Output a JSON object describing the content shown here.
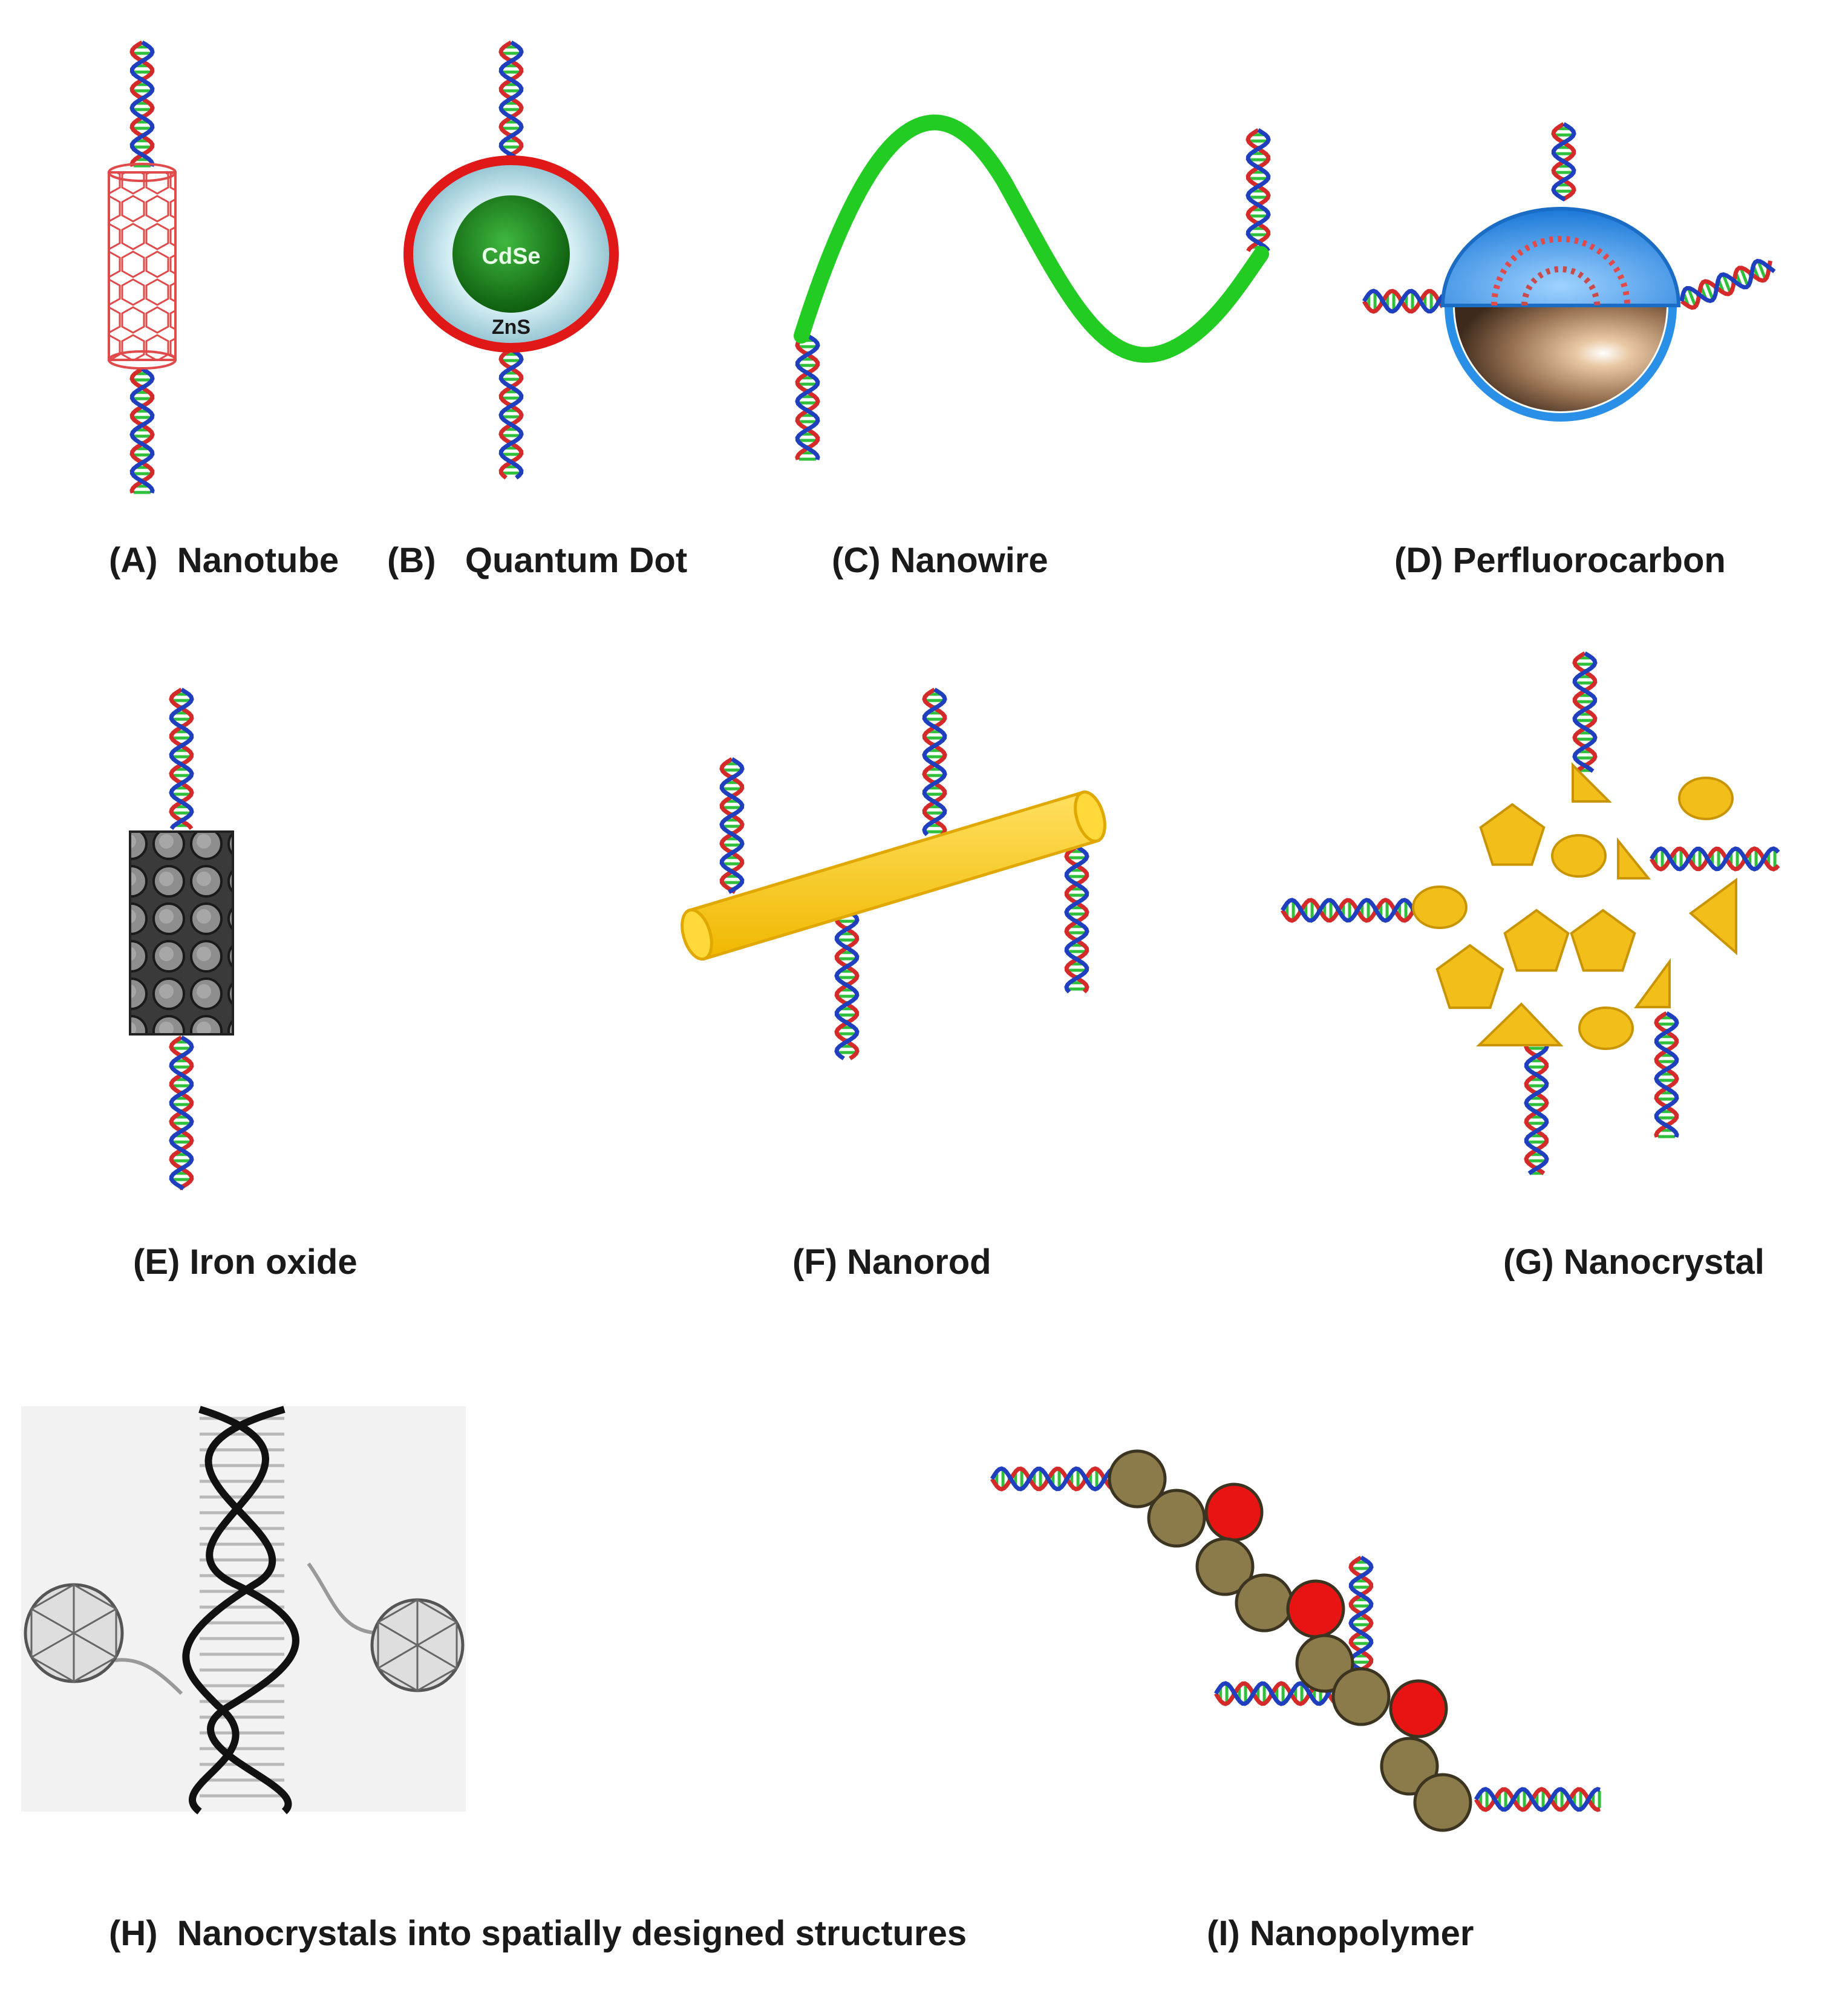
{
  "panels": {
    "a": {
      "caption": "(A)  Nanotube"
    },
    "b": {
      "caption": "(B)   Quantum Dot",
      "core_label": "CdSe",
      "shell_label": "ZnS"
    },
    "c": {
      "caption": "(C) Nanowire"
    },
    "d": {
      "caption": "(D) Perfluorocarbon"
    },
    "e": {
      "caption": "(E) Iron oxide"
    },
    "f": {
      "caption": "(F) Nanorod"
    },
    "g": {
      "caption": "(G) Nanocrystal"
    },
    "h": {
      "caption": "(H)  Nanocrystals into spatially designed structures"
    },
    "i": {
      "caption": "(I) Nanopolymer"
    }
  },
  "colors": {
    "dna_strand_1": "#d42a2a",
    "dna_strand_2": "#1f3fbf",
    "dna_base_pairs": "#2fbf3a",
    "nanotube": "#e04a4a",
    "quantum_dot_ring": "#e01818",
    "quantum_dot_shell": "#a8d8e4",
    "quantum_dot_core": "#1f8a1f",
    "nanowire": "#22cc22",
    "perfluorocarbon_shell": "#2a8fe6",
    "iron_oxide": "#2a2a2a",
    "nanorod": "#f5c400",
    "nanocrystal": "#f2be1a",
    "nanopolymer_bead": "#8b7a4a",
    "nanopolymer_red_bead": "#e81414"
  }
}
